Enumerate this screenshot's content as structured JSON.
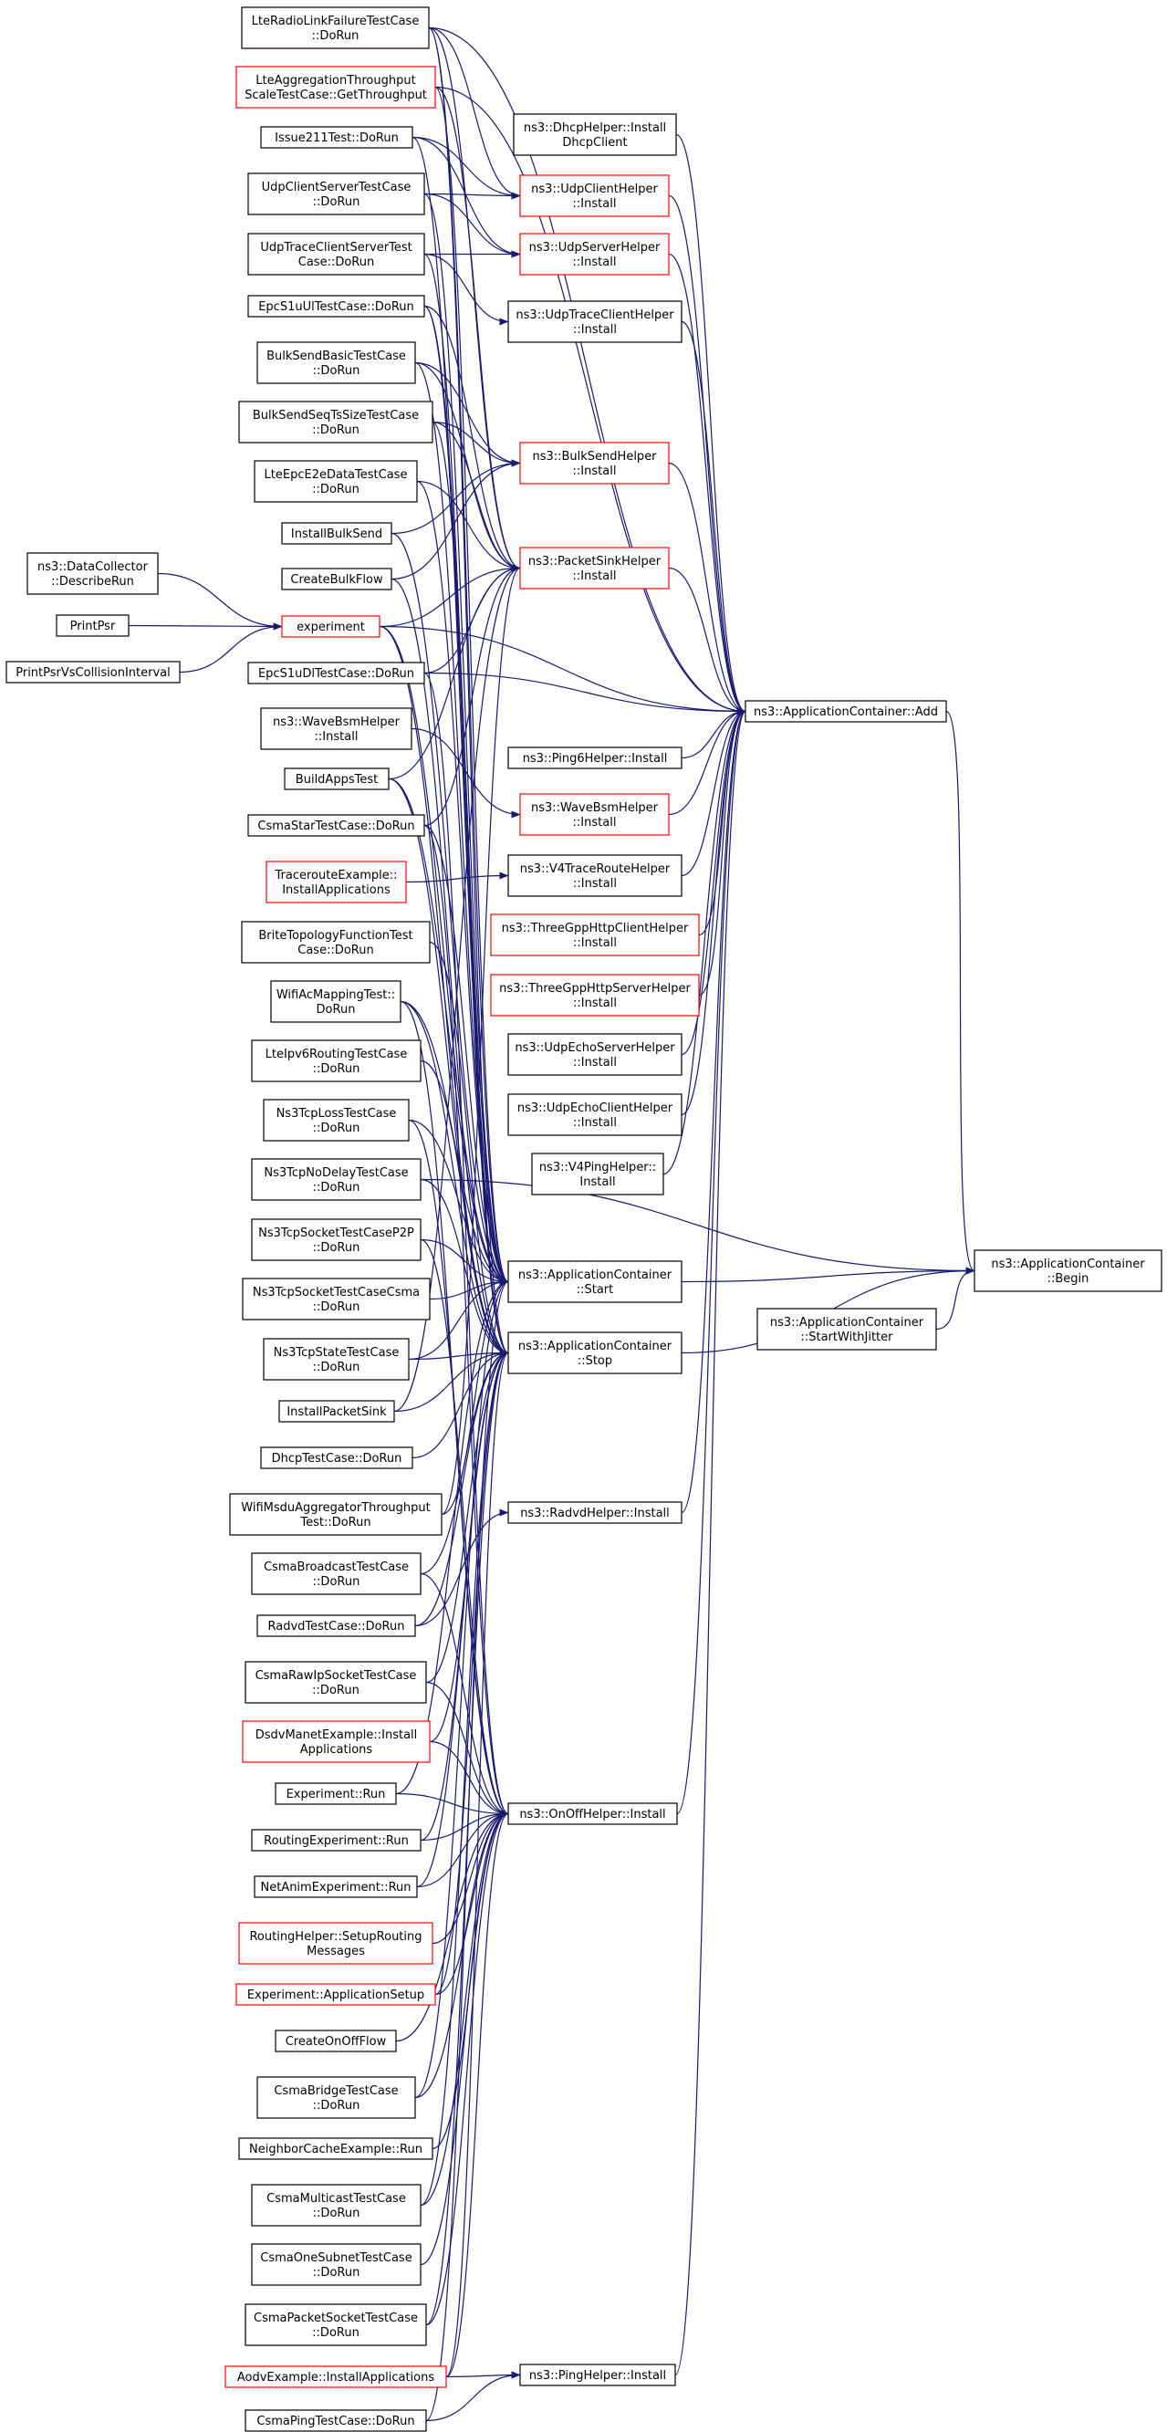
{
  "diagram": {
    "type": "caller-graph",
    "colors": {
      "edge": "#191970",
      "node_border": "#000000",
      "truncated_border": "#ff0000",
      "focus_fill": "#bfbfbf",
      "background": "#ffffff"
    },
    "nodes": [
      {
        "id": "begin",
        "lines": [
          "ns3::ApplicationContainer",
          "::Begin"
        ],
        "focus": true,
        "truncated": false
      },
      {
        "id": "add",
        "lines": [
          "ns3::ApplicationContainer::Add"
        ],
        "truncated": false
      },
      {
        "id": "start",
        "lines": [
          "ns3::ApplicationContainer",
          "::Start"
        ],
        "truncated": false
      },
      {
        "id": "stop",
        "lines": [
          "ns3::ApplicationContainer",
          "::Stop"
        ],
        "truncated": false
      },
      {
        "id": "startjitter",
        "lines": [
          "ns3::ApplicationContainer",
          "::StartWithJitter"
        ],
        "truncated": false
      },
      {
        "id": "dhcp",
        "lines": [
          "ns3::DhcpHelper::Install",
          "DhcpClient"
        ],
        "truncated": false
      },
      {
        "id": "udpclient",
        "lines": [
          "ns3::UdpClientHelper",
          "::Install"
        ],
        "truncated": true
      },
      {
        "id": "udpserver",
        "lines": [
          "ns3::UdpServerHelper",
          "::Install"
        ],
        "truncated": true
      },
      {
        "id": "udptrace",
        "lines": [
          "ns3::UdpTraceClientHelper",
          "::Install"
        ],
        "truncated": false
      },
      {
        "id": "bulksend",
        "lines": [
          "ns3::BulkSendHelper",
          "::Install"
        ],
        "truncated": true
      },
      {
        "id": "packetsink",
        "lines": [
          "ns3::PacketSinkHelper",
          "::Install"
        ],
        "truncated": true
      },
      {
        "id": "ping6",
        "lines": [
          "ns3::Ping6Helper::Install"
        ],
        "truncated": false
      },
      {
        "id": "wavebsmR",
        "lines": [
          "ns3::WaveBsmHelper",
          "::Install"
        ],
        "truncated": true
      },
      {
        "id": "v4trace",
        "lines": [
          "ns3::V4TraceRouteHelper",
          "::Install"
        ],
        "truncated": false
      },
      {
        "id": "threegppclient",
        "lines": [
          "ns3::ThreeGppHttpClientHelper",
          "::Install"
        ],
        "truncated": true
      },
      {
        "id": "threegppserver",
        "lines": [
          "ns3::ThreeGppHttpServerHelper",
          "::Install"
        ],
        "truncated": true
      },
      {
        "id": "udpechoserver",
        "lines": [
          "ns3::UdpEchoServerHelper",
          "::Install"
        ],
        "truncated": false
      },
      {
        "id": "udpechoclient",
        "lines": [
          "ns3::UdpEchoClientHelper",
          "::Install"
        ],
        "truncated": false
      },
      {
        "id": "v4ping",
        "lines": [
          "ns3::V4PingHelper::",
          "Install"
        ],
        "truncated": false
      },
      {
        "id": "radvd",
        "lines": [
          "ns3::RadvdHelper::Install"
        ],
        "truncated": false
      },
      {
        "id": "onoff",
        "lines": [
          "ns3::OnOffHelper::Install"
        ],
        "truncated": false
      },
      {
        "id": "pinghelper",
        "lines": [
          "ns3::PingHelper::Install"
        ],
        "truncated": false
      },
      {
        "id": "lteradio",
        "lines": [
          "LteRadioLinkFailureTestCase",
          "::DoRun"
        ],
        "truncated": false
      },
      {
        "id": "lteagg",
        "lines": [
          "LteAggregationThroughput",
          "ScaleTestCase::GetThroughput"
        ],
        "truncated": true
      },
      {
        "id": "issue211",
        "lines": [
          "Issue211Test::DoRun"
        ],
        "truncated": false
      },
      {
        "id": "udpcs",
        "lines": [
          "UdpClientServerTestCase",
          "::DoRun"
        ],
        "truncated": false
      },
      {
        "id": "udptracecs",
        "lines": [
          "UdpTraceClientServerTest",
          "Case::DoRun"
        ],
        "truncated": false
      },
      {
        "id": "epcs1ul",
        "lines": [
          "EpcS1uUlTestCase::DoRun"
        ],
        "truncated": false
      },
      {
        "id": "bulkbasic",
        "lines": [
          "BulkSendBasicTestCase",
          "::DoRun"
        ],
        "truncated": false
      },
      {
        "id": "bulkseq",
        "lines": [
          "BulkSendSeqTsSizeTestCase",
          "::DoRun"
        ],
        "truncated": false
      },
      {
        "id": "lteepce2e",
        "lines": [
          "LteEpcE2eDataTestCase",
          "::DoRun"
        ],
        "truncated": false
      },
      {
        "id": "installbulk",
        "lines": [
          "InstallBulkSend"
        ],
        "truncated": false
      },
      {
        "id": "createbulk",
        "lines": [
          "CreateBulkFlow"
        ],
        "truncated": false
      },
      {
        "id": "experiment",
        "lines": [
          "experiment"
        ],
        "truncated": true
      },
      {
        "id": "datacollector",
        "lines": [
          "ns3::DataCollector",
          "::DescribeRun"
        ],
        "truncated": false
      },
      {
        "id": "printpsr",
        "lines": [
          "PrintPsr"
        ],
        "truncated": false
      },
      {
        "id": "printpsrvs",
        "lines": [
          "PrintPsrVsCollisionInterval"
        ],
        "truncated": false
      },
      {
        "id": "epcs1dl",
        "lines": [
          "EpcS1uDlTestCase::DoRun"
        ],
        "truncated": false
      },
      {
        "id": "wavebsmL",
        "lines": [
          "ns3::WaveBsmHelper",
          "::Install"
        ],
        "truncated": false
      },
      {
        "id": "buildapps",
        "lines": [
          "BuildAppsTest"
        ],
        "truncated": false
      },
      {
        "id": "csmastar",
        "lines": [
          "CsmaStarTestCase::DoRun"
        ],
        "truncated": false
      },
      {
        "id": "traceroute",
        "lines": [
          "TracerouteExample::",
          "InstallApplications"
        ],
        "truncated": true
      },
      {
        "id": "brite",
        "lines": [
          "BriteTopologyFunctionTest",
          "Case::DoRun"
        ],
        "truncated": false
      },
      {
        "id": "wifiac",
        "lines": [
          "WifiAcMappingTest::",
          "DoRun"
        ],
        "truncated": false
      },
      {
        "id": "lteipv6",
        "lines": [
          "LteIpv6RoutingTestCase",
          "::DoRun"
        ],
        "truncated": false
      },
      {
        "id": "ns3tcploss",
        "lines": [
          "Ns3TcpLossTestCase",
          "::DoRun"
        ],
        "truncated": false
      },
      {
        "id": "ns3tcpnodelay",
        "lines": [
          "Ns3TcpNoDelayTestCase",
          "::DoRun"
        ],
        "truncated": false
      },
      {
        "id": "ns3tcpp2p",
        "lines": [
          "Ns3TcpSocketTestCaseP2P",
          "::DoRun"
        ],
        "truncated": false
      },
      {
        "id": "ns3tcpcsma",
        "lines": [
          "Ns3TcpSocketTestCaseCsma",
          "::DoRun"
        ],
        "truncated": false
      },
      {
        "id": "ns3tcpstate",
        "lines": [
          "Ns3TcpStateTestCase",
          "::DoRun"
        ],
        "truncated": false
      },
      {
        "id": "installpacketsink",
        "lines": [
          "InstallPacketSink"
        ],
        "truncated": false
      },
      {
        "id": "dhcptest",
        "lines": [
          "DhcpTestCase::DoRun"
        ],
        "truncated": false
      },
      {
        "id": "wifimsdu",
        "lines": [
          "WifiMsduAggregatorThroughput",
          "Test::DoRun"
        ],
        "truncated": false
      },
      {
        "id": "csmabroadcast",
        "lines": [
          "CsmaBroadcastTestCase",
          "::DoRun"
        ],
        "truncated": false
      },
      {
        "id": "radvdtest",
        "lines": [
          "RadvdTestCase::DoRun"
        ],
        "truncated": false
      },
      {
        "id": "csmarawip",
        "lines": [
          "CsmaRawIpSocketTestCase",
          "::DoRun"
        ],
        "truncated": false
      },
      {
        "id": "dsdv",
        "lines": [
          "DsdvManetExample::Install",
          "Applications"
        ],
        "truncated": true
      },
      {
        "id": "exprun",
        "lines": [
          "Experiment::Run"
        ],
        "truncated": false
      },
      {
        "id": "routingexp",
        "lines": [
          "RoutingExperiment::Run"
        ],
        "truncated": false
      },
      {
        "id": "netanim",
        "lines": [
          "NetAnimExperiment::Run"
        ],
        "truncated": false
      },
      {
        "id": "routinghelper",
        "lines": [
          "RoutingHelper::SetupRouting",
          "Messages"
        ],
        "truncated": true
      },
      {
        "id": "appsetup",
        "lines": [
          "Experiment::ApplicationSetup"
        ],
        "truncated": true
      },
      {
        "id": "createonoff",
        "lines": [
          "CreateOnOffFlow"
        ],
        "truncated": false
      },
      {
        "id": "csmabridge",
        "lines": [
          "CsmaBridgeTestCase",
          "::DoRun"
        ],
        "truncated": false
      },
      {
        "id": "neighbor",
        "lines": [
          "NeighborCacheExample::Run"
        ],
        "truncated": false
      },
      {
        "id": "csmamulticast",
        "lines": [
          "CsmaMulticastTestCase",
          "::DoRun"
        ],
        "truncated": false
      },
      {
        "id": "csmaonesubnet",
        "lines": [
          "CsmaOneSubnetTestCase",
          "::DoRun"
        ],
        "truncated": false
      },
      {
        "id": "csmapacket",
        "lines": [
          "CsmaPacketSocketTestCase",
          "::DoRun"
        ],
        "truncated": false
      },
      {
        "id": "aodv",
        "lines": [
          "AodvExample::InstallApplications"
        ],
        "truncated": true
      },
      {
        "id": "csmaping",
        "lines": [
          "CsmaPingTestCase::DoRun"
        ],
        "truncated": false
      }
    ],
    "edges": [
      [
        "add",
        "begin"
      ],
      [
        "start",
        "begin"
      ],
      [
        "stop",
        "begin"
      ],
      [
        "startjitter",
        "begin"
      ],
      [
        "ns3tcpnodelay",
        "begin"
      ],
      [
        "lteradio",
        "add"
      ],
      [
        "lteagg",
        "add"
      ],
      [
        "dhcp",
        "add"
      ],
      [
        "udpclient",
        "add"
      ],
      [
        "udpserver",
        "add"
      ],
      [
        "udptrace",
        "add"
      ],
      [
        "bulksend",
        "add"
      ],
      [
        "packetsink",
        "add"
      ],
      [
        "ping6",
        "add"
      ],
      [
        "wavebsmR",
        "add"
      ],
      [
        "v4trace",
        "add"
      ],
      [
        "threegppclient",
        "add"
      ],
      [
        "threegppserver",
        "add"
      ],
      [
        "udpechoserver",
        "add"
      ],
      [
        "udpechoclient",
        "add"
      ],
      [
        "v4ping",
        "add"
      ],
      [
        "radvd",
        "add"
      ],
      [
        "onoff",
        "add"
      ],
      [
        "pinghelper",
        "add"
      ],
      [
        "epcs1dl",
        "add"
      ],
      [
        "experiment",
        "add"
      ],
      [
        "issue211",
        "udpclient"
      ],
      [
        "udpcs",
        "udpclient"
      ],
      [
        "lteradio",
        "udpclient"
      ],
      [
        "issue211",
        "udpserver"
      ],
      [
        "udpcs",
        "udpserver"
      ],
      [
        "udptracecs",
        "udpserver"
      ],
      [
        "udptracecs",
        "udptrace"
      ],
      [
        "bulkbasic",
        "bulksend"
      ],
      [
        "bulkseq",
        "bulksend"
      ],
      [
        "installbulk",
        "bulksend"
      ],
      [
        "createbulk",
        "bulksend"
      ],
      [
        "lteradio",
        "packetsink"
      ],
      [
        "lteagg",
        "packetsink"
      ],
      [
        "epcs1ul",
        "packetsink"
      ],
      [
        "bulkbasic",
        "packetsink"
      ],
      [
        "bulkseq",
        "packetsink"
      ],
      [
        "lteepce2e",
        "packetsink"
      ],
      [
        "experiment",
        "packetsink"
      ],
      [
        "epcs1dl",
        "packetsink"
      ],
      [
        "buildapps",
        "packetsink"
      ],
      [
        "csmastar",
        "packetsink"
      ],
      [
        "installpacketsink",
        "packetsink"
      ],
      [
        "wifimsdu",
        "packetsink"
      ],
      [
        "wavebsmL",
        "wavebsmR"
      ],
      [
        "traceroute",
        "v4trace"
      ],
      [
        "radvdtest",
        "radvd"
      ],
      [
        "datacollector",
        "experiment"
      ],
      [
        "printpsr",
        "experiment"
      ],
      [
        "printpsrvs",
        "experiment"
      ],
      [
        "lteradio",
        "start"
      ],
      [
        "lteagg",
        "start"
      ],
      [
        "issue211",
        "start"
      ],
      [
        "udpcs",
        "start"
      ],
      [
        "epcs1ul",
        "start"
      ],
      [
        "bulkbasic",
        "start"
      ],
      [
        "lteepce2e",
        "start"
      ],
      [
        "installbulk",
        "start"
      ],
      [
        "experiment",
        "start"
      ],
      [
        "buildapps",
        "start"
      ],
      [
        "csmastar",
        "start"
      ],
      [
        "wifiac",
        "start"
      ],
      [
        "ns3tcploss",
        "start"
      ],
      [
        "ns3tcpp2p",
        "start"
      ],
      [
        "ns3tcpcsma",
        "start"
      ],
      [
        "ns3tcpstate",
        "start"
      ],
      [
        "wifimsdu",
        "start"
      ],
      [
        "exprun",
        "start"
      ],
      [
        "csmabridge",
        "start"
      ],
      [
        "csmaping",
        "start"
      ],
      [
        "lteradio",
        "stop"
      ],
      [
        "udptracecs",
        "stop"
      ],
      [
        "epcs1ul",
        "stop"
      ],
      [
        "bulkseq",
        "stop"
      ],
      [
        "createbulk",
        "stop"
      ],
      [
        "experiment",
        "stop"
      ],
      [
        "buildapps",
        "stop"
      ],
      [
        "brite",
        "stop"
      ],
      [
        "wifiac",
        "stop"
      ],
      [
        "lteipv6",
        "stop"
      ],
      [
        "ns3tcpnodelay",
        "stop"
      ],
      [
        "ns3tcpstate",
        "stop"
      ],
      [
        "installpacketsink",
        "stop"
      ],
      [
        "dhcptest",
        "stop"
      ],
      [
        "csmabroadcast",
        "stop"
      ],
      [
        "radvdtest",
        "stop"
      ],
      [
        "csmarawip",
        "stop"
      ],
      [
        "dsdv",
        "stop"
      ],
      [
        "routingexp",
        "stop"
      ],
      [
        "netanim",
        "stop"
      ],
      [
        "appsetup",
        "stop"
      ],
      [
        "csmamulticast",
        "stop"
      ],
      [
        "csmapacket",
        "stop"
      ],
      [
        "aodv",
        "stop"
      ],
      [
        "epcs1dl",
        "onoff"
      ],
      [
        "csmastar",
        "onoff"
      ],
      [
        "wifiac",
        "onoff"
      ],
      [
        "ns3tcploss",
        "onoff"
      ],
      [
        "ns3tcpp2p",
        "onoff"
      ],
      [
        "csmabroadcast",
        "onoff"
      ],
      [
        "csmarawip",
        "onoff"
      ],
      [
        "dsdv",
        "onoff"
      ],
      [
        "exprun",
        "onoff"
      ],
      [
        "routingexp",
        "onoff"
      ],
      [
        "netanim",
        "onoff"
      ],
      [
        "routinghelper",
        "onoff"
      ],
      [
        "appsetup",
        "onoff"
      ],
      [
        "createonoff",
        "onoff"
      ],
      [
        "csmabridge",
        "onoff"
      ],
      [
        "neighbor",
        "onoff"
      ],
      [
        "csmamulticast",
        "onoff"
      ],
      [
        "csmaonesubnet",
        "onoff"
      ],
      [
        "csmapacket",
        "onoff"
      ],
      [
        "aodv",
        "onoff"
      ],
      [
        "aodv",
        "pinghelper"
      ],
      [
        "csmaping",
        "pinghelper"
      ]
    ]
  }
}
